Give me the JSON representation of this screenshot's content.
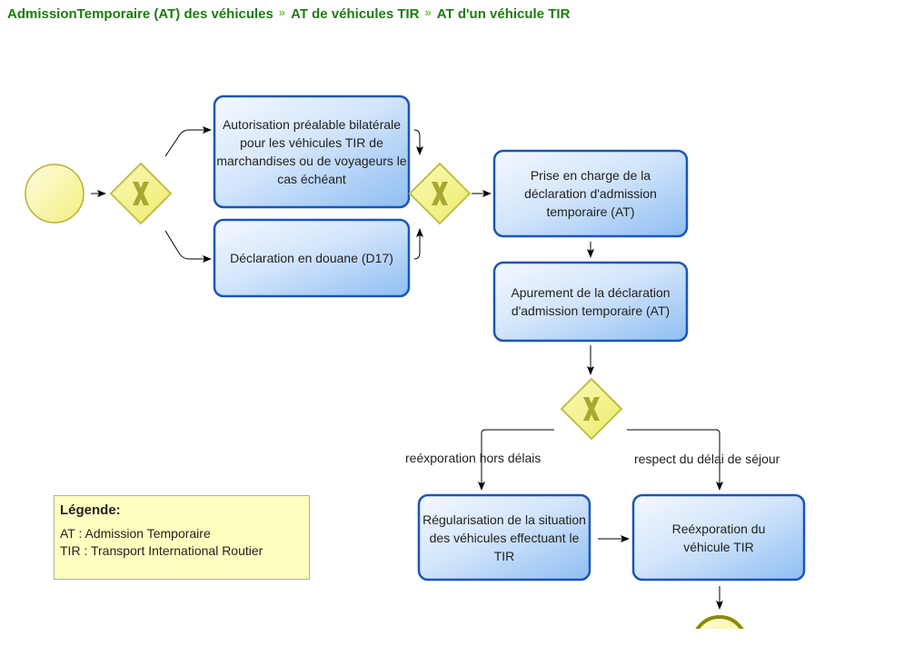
{
  "breadcrumb": {
    "items": [
      "AdmissionTemporaire (AT) des véhicules",
      "AT de véhicules TIR",
      "AT d'un véhicule TIR"
    ],
    "separator": "»"
  },
  "diagram": {
    "tasks": [
      {
        "id": "autorisation",
        "label": "Autorisation préalable bilatérale pour les véhicules TIR de marchandises ou de voyageurs le cas échéant"
      },
      {
        "id": "declaration-douane",
        "label": "Déclaration en douane (D17)"
      },
      {
        "id": "prise-en-charge",
        "label": "Prise en charge de la déclaration d'admission temporaire (AT)"
      },
      {
        "id": "apurement",
        "label": "Apurement de la déclaration d'admission temporaire (AT)"
      },
      {
        "id": "regularisation",
        "label": "Régularisation de la situation des véhicules effectuant le TIR"
      },
      {
        "id": "reexportation",
        "label": "Reéxporation du véhicule TIR"
      }
    ],
    "gateways": [
      "exclusive-gateway-split",
      "exclusive-gateway-join",
      "exclusive-gateway-decision"
    ],
    "edge_labels": {
      "left": "reéxporation hors délais",
      "right": "respect du délai de séjour"
    },
    "colors": {
      "task_border": "#1a56b8",
      "task_fill_light": "#eef5ff",
      "task_fill_dark": "#9cc6f5",
      "gateway_fill": "#f2f08a",
      "gateway_border": "#b8b840",
      "gateway_mark": "#a8a830",
      "event_fill": "#fbf8a8",
      "event_border": "#a8a020",
      "end_event_border": "#8c8a00"
    }
  },
  "legend": {
    "title": "Légende:",
    "entries": [
      "AT : Admission Temporaire",
      "TIR : Transport International Routier"
    ]
  }
}
